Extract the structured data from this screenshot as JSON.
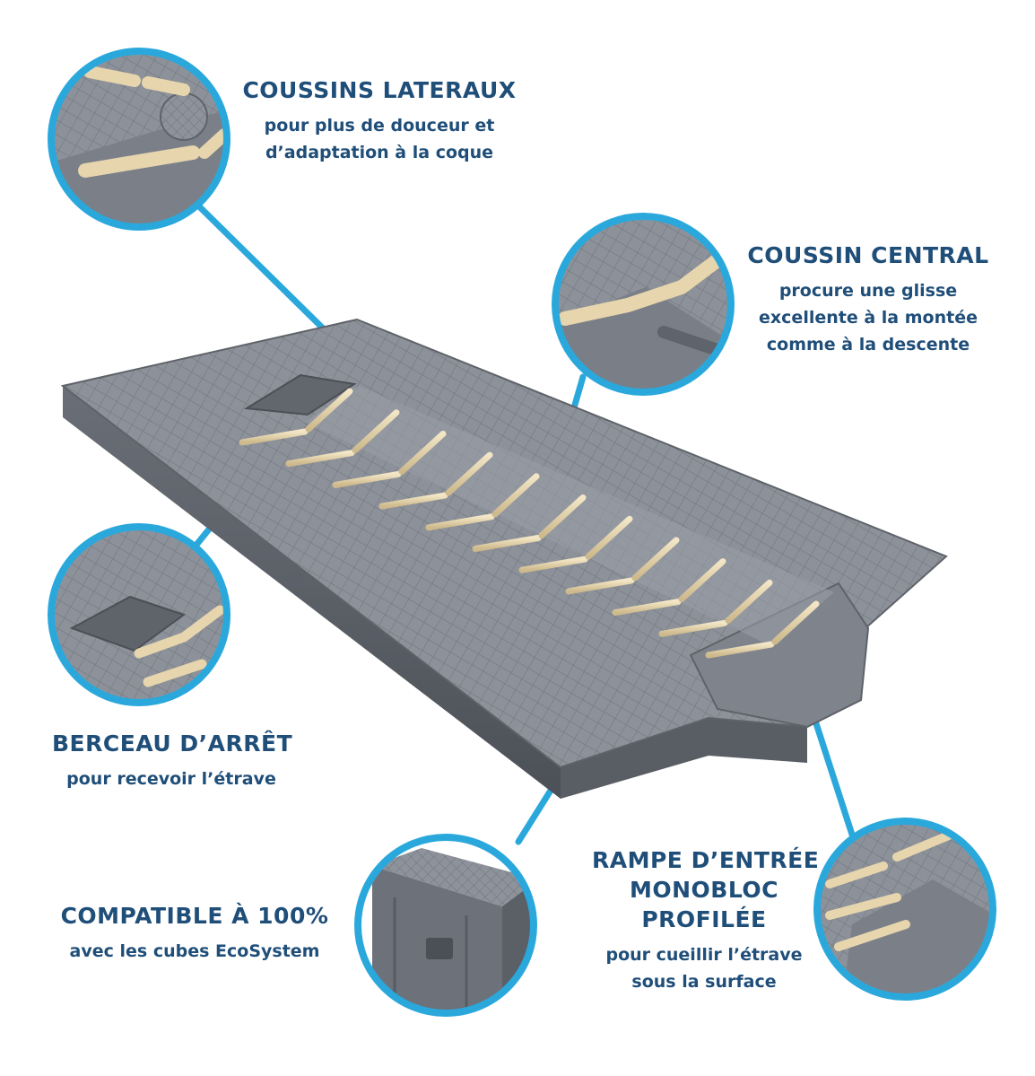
{
  "colors": {
    "accent": "#2aa8dc",
    "text": "#1f4e79",
    "module": "#8b9099",
    "module_dark": "#5f646c",
    "cushion": "#e6d5ad"
  },
  "callouts": {
    "lateral": {
      "title": "COUSSINS LATERAUX",
      "sub_line1": "pour plus de douceur et",
      "sub_line2": "d’adaptation à la coque"
    },
    "central": {
      "title": "COUSSIN CENTRAL",
      "sub_line1": "procure une glisse",
      "sub_line2": "excellente à la montée",
      "sub_line3": "comme à la descente"
    },
    "berceau": {
      "title": "BERCEAU D’ARRÊT",
      "sub_line1": "pour recevoir l’étrave"
    },
    "compatible": {
      "title": "COMPATIBLE À 100%",
      "sub_line1": "avec les cubes EcoSystem"
    },
    "rampe": {
      "title_line1": "RAMPE D’ENTRÉE",
      "title_line2": "MONOBLOC",
      "title_line3": "PROFILÉE",
      "sub_line1": "pour cueillir l’étrave",
      "sub_line2": "sous la surface"
    }
  },
  "icons": {
    "zoom_lateral": "zoom-lateral-cushions",
    "zoom_central": "zoom-central-cushion",
    "zoom_berceau": "zoom-stop-cradle",
    "zoom_cube": "zoom-cube-corner",
    "zoom_ramp": "zoom-entry-ramp"
  }
}
